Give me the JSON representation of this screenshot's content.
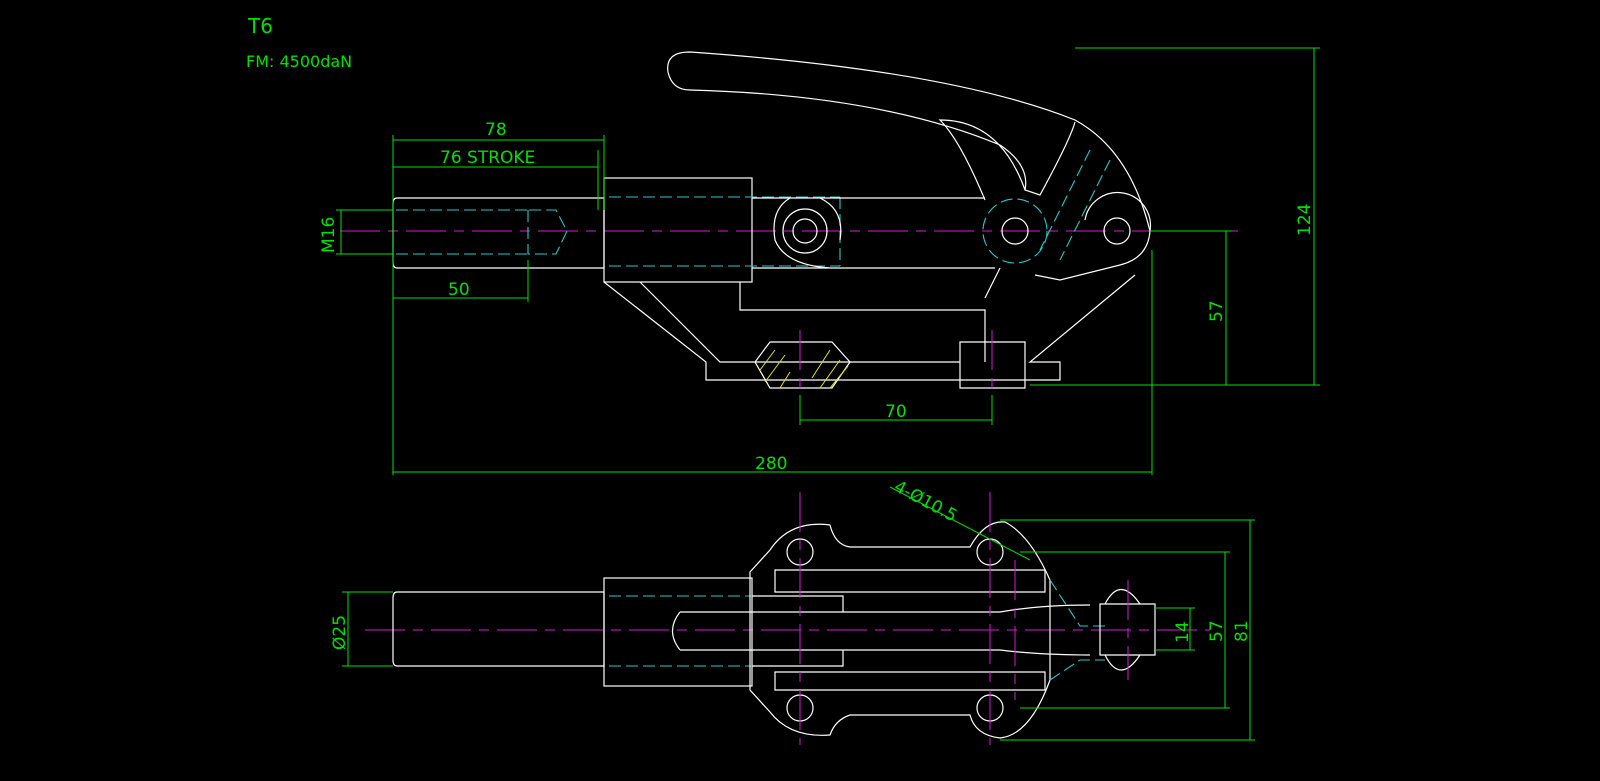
{
  "title": "T6",
  "force": "FM: 4500daN",
  "side_view": {
    "dim_overall_rod": "78",
    "dim_stroke": "76 STROKE",
    "dim_thread": "M16",
    "dim_thread_depth": "50",
    "dim_hole_spacing": "70",
    "dim_total_length": "280",
    "dim_pivot_height": "57",
    "dim_total_height": "124"
  },
  "top_view": {
    "dim_holes": "4-Ø10.5",
    "dim_rod_diameter": "Ø25",
    "dim_clevis_slot": "14",
    "dim_hole_pitch": "57",
    "dim_base_width": "81"
  },
  "colors": {
    "outline": "#ffffff",
    "dimension": "#00e000",
    "hidden": "#2cc8c8",
    "center": "#d020d0"
  }
}
